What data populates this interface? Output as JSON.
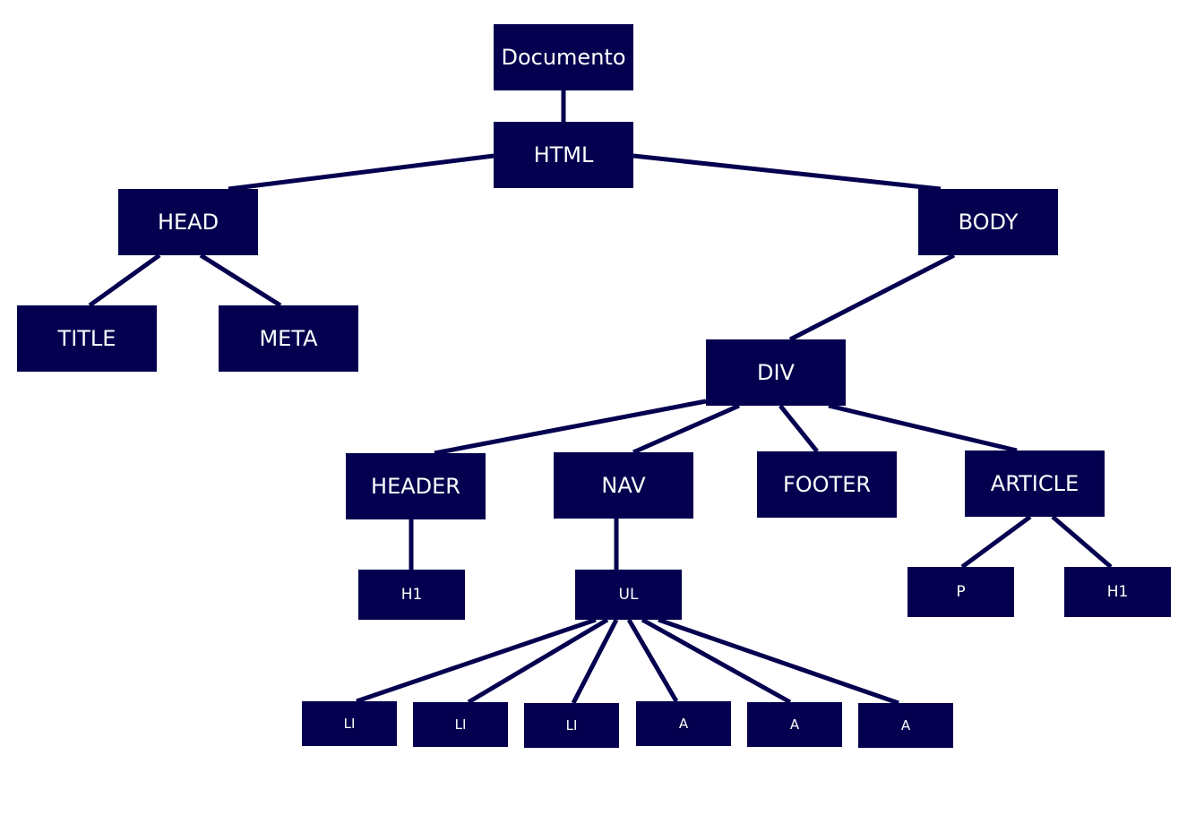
{
  "diagram": {
    "title": "",
    "colors": {
      "node_fill": "#04004f",
      "node_text": "#ffffff",
      "edge": "#04004f",
      "background": "#ffffff"
    },
    "nodes": {
      "documento": "Documento",
      "html": "HTML",
      "head": "HEAD",
      "body": "BODY",
      "title": "TITLE",
      "meta": "META",
      "div": "DIV",
      "header": "HEADER",
      "nav": "NAV",
      "footer": "FOOTER",
      "article": "ARTICLE",
      "header_h1": "H1",
      "ul": "UL",
      "article_p": "P",
      "article_h1": "H1",
      "li_1": "LI",
      "li_2": "LI",
      "li_3": "LI",
      "a_1": "A",
      "a_2": "A",
      "a_3": "A"
    },
    "edges": [
      [
        "documento",
        "html"
      ],
      [
        "html",
        "head"
      ],
      [
        "html",
        "body"
      ],
      [
        "head",
        "title"
      ],
      [
        "head",
        "meta"
      ],
      [
        "body",
        "div"
      ],
      [
        "div",
        "header"
      ],
      [
        "div",
        "nav"
      ],
      [
        "div",
        "footer"
      ],
      [
        "div",
        "article"
      ],
      [
        "header",
        "header_h1"
      ],
      [
        "nav",
        "ul"
      ],
      [
        "article",
        "article_p"
      ],
      [
        "article",
        "article_h1"
      ],
      [
        "ul",
        "li_1"
      ],
      [
        "ul",
        "li_2"
      ],
      [
        "ul",
        "li_3"
      ],
      [
        "ul",
        "a_1"
      ],
      [
        "ul",
        "a_2"
      ],
      [
        "ul",
        "a_3"
      ]
    ]
  }
}
